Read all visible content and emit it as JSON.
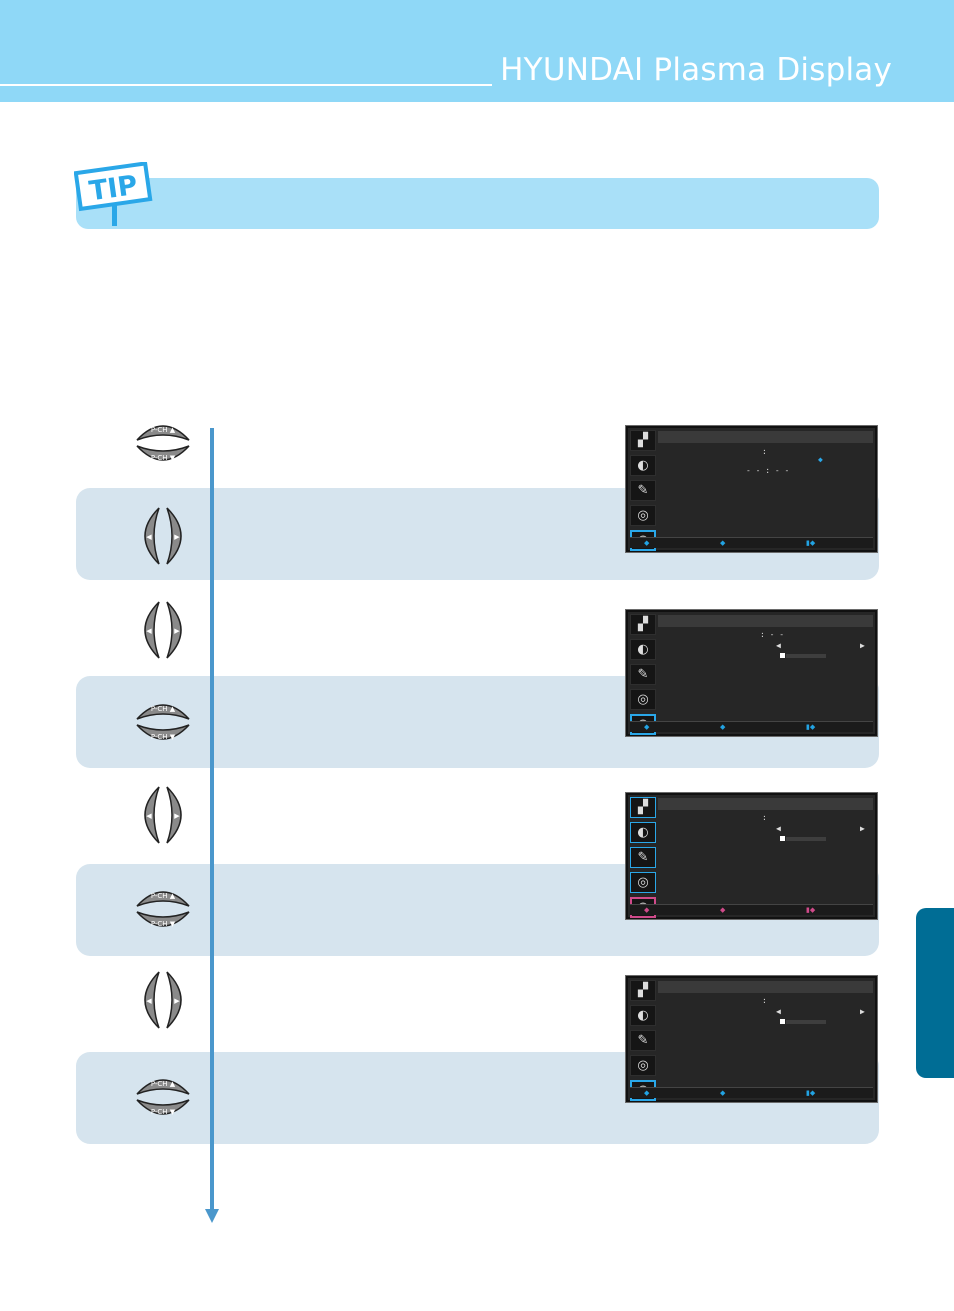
{
  "header": {
    "title": "HYUNDAI Plasma Display"
  },
  "tip": {
    "label": "TIP"
  },
  "remote": {
    "pch_up": "P-CH ▲",
    "pch_down": "P-CH ▼",
    "left_arrow": "◀",
    "right_arrow": "▶"
  },
  "osd": {
    "colon": ":",
    "blank_time": "- - : - -",
    "colon_blank": ": - -",
    "left_marker": "◀",
    "right_marker": "▶",
    "select_marker": "◆",
    "foot_icons": [
      "◆",
      "◆",
      "▮◆"
    ]
  },
  "colors": {
    "header_bg": "#8fd8f7",
    "tip_bg": "#a9e0f8",
    "band_bg": "#d6e4ee",
    "accent_line": "#4a97cc",
    "side_tab": "#006d95",
    "osd_highlight": "#2aa7e8",
    "osd_highlight_alt": "#d04a8a"
  },
  "icons": [
    "picture-icon",
    "sound-icon",
    "setup-icon",
    "screen-icon",
    "timer-clock-icon"
  ]
}
